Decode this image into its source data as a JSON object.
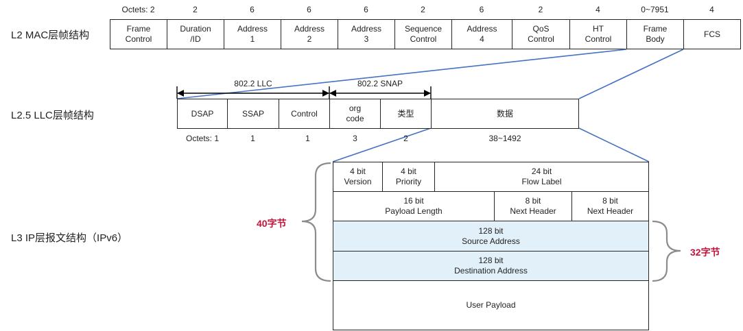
{
  "labels": {
    "l2": "L2   MAC层帧结构",
    "l25": "L2.5  LLC层帧结构",
    "l3": "L3   IP层报文结构（IPv6）"
  },
  "mac": {
    "octets": [
      "Octets: 2",
      "2",
      "6",
      "6",
      "6",
      "2",
      "6",
      "2",
      "4",
      "0~7951",
      "4"
    ],
    "fields": [
      "Frame\nControl",
      "Duration\n/ID",
      "Address\n1",
      "Address\n2",
      "Address\n3",
      "Sequence\nControl",
      "Address\n4",
      "QoS\nControl",
      "HT\nControl",
      "Frame\nBody",
      "FCS"
    ]
  },
  "llc": {
    "llc_label": "802.2 LLC",
    "snap_label": "802.2 SNAP",
    "fields": [
      "DSAP",
      "SSAP",
      "Control",
      "org\ncode",
      "类型",
      "数据"
    ],
    "octets": [
      "Octets: 1",
      "1",
      "1",
      "3",
      "2",
      "38~1492"
    ]
  },
  "ipv6": {
    "row1": [
      "4 bit\nVersion",
      "4 bit\nPriority",
      "24 bit\nFlow Label"
    ],
    "row2": [
      "16 bit\nPayload Length",
      "8 bit\nNext Header",
      "8 bit\nNext Header"
    ],
    "source": "128 bit\nSource Address",
    "destination": "128 bit\nDestination Address",
    "payload": "User Payload",
    "brace_left": "40字节",
    "brace_right": "32字节"
  },
  "colors": {
    "connector": "#4472c4",
    "highlight_fill": "#e2f0fa",
    "brace_label": "#c0143c",
    "brace": "#8c8c8c"
  }
}
